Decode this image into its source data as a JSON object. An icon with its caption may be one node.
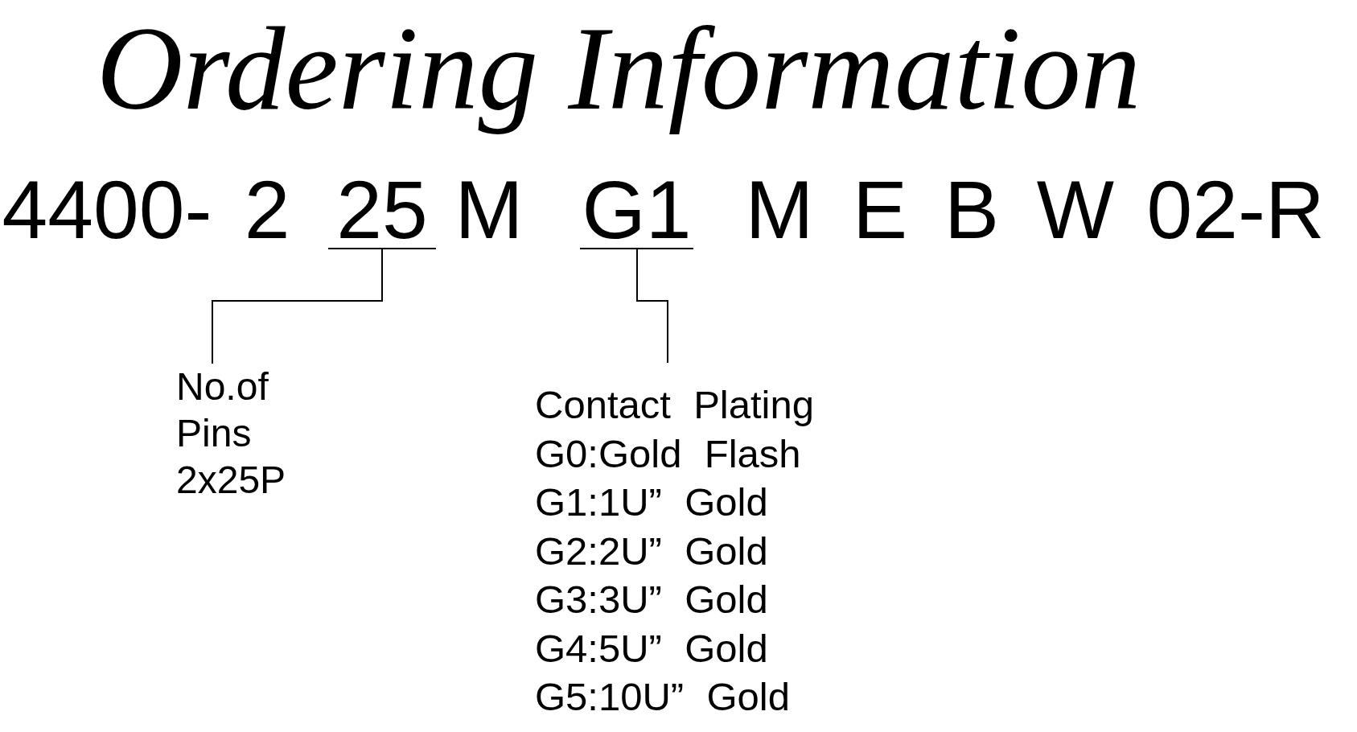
{
  "diagram": {
    "title": "Ordering Information",
    "nodes": [
      {
        "text": [
          "25"
        ]
      },
      {
        "text": [
          "G1"
        ]
      },
      {
        "text": [
          "No.of Pins",
          "2x25P"
        ]
      },
      {
        "text": [
          "Contact Plating",
          "G0:Gold Flash",
          "G1:1U” Gold",
          "G2:2U” Gold",
          "G3:3U” Gold",
          "G4:5U” Gold",
          "G5:10U” Gold"
        ]
      }
    ],
    "edges": [
      {
        "from": 2,
        "to": 0,
        "arrow": "none"
      },
      {
        "from": 3,
        "to": 1,
        "arrow": "none"
      }
    ],
    "labels": [
      "4400-",
      "2",
      "M",
      "M",
      "E",
      "B",
      "W",
      "02-R"
    ]
  }
}
